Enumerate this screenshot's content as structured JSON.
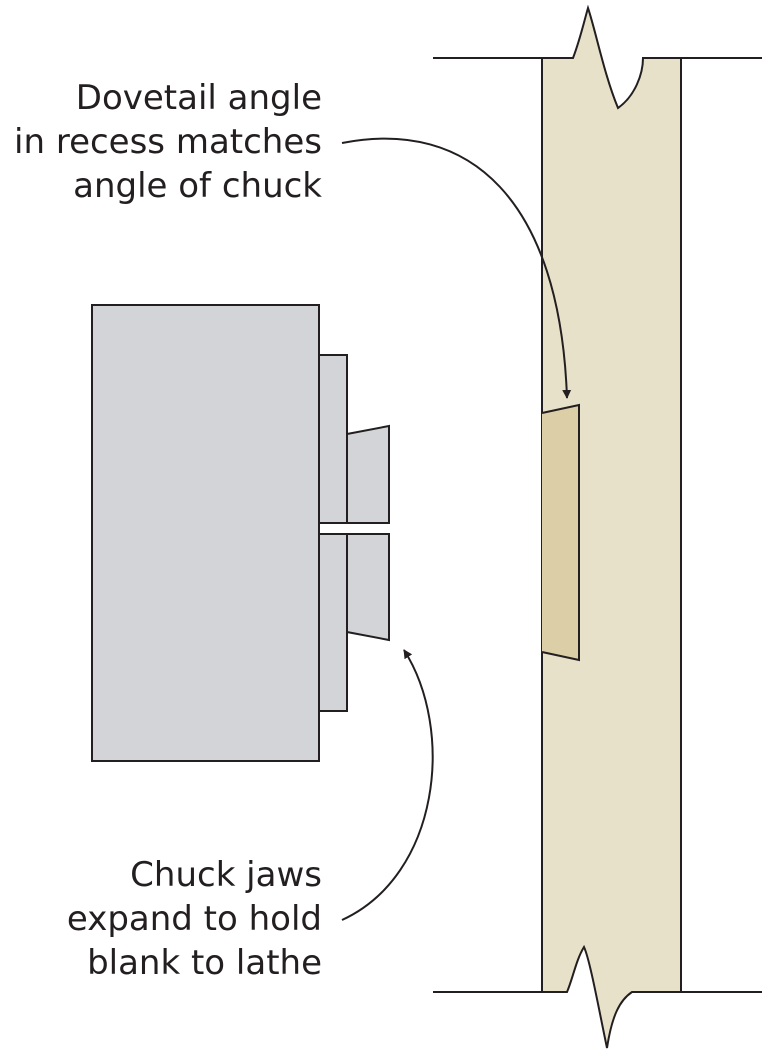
{
  "callouts": {
    "dovetail": {
      "lines": [
        "Dovetail angle",
        "in recess matches",
        "angle of chuck"
      ]
    },
    "jaws": {
      "lines": [
        "Chuck jaws",
        "expand to hold",
        "blank to lathe"
      ]
    }
  },
  "colors": {
    "chuck": "#d3d4d8",
    "blank": "#e8e1c9",
    "recess": "#dccfa7",
    "stroke": "#231f20"
  }
}
